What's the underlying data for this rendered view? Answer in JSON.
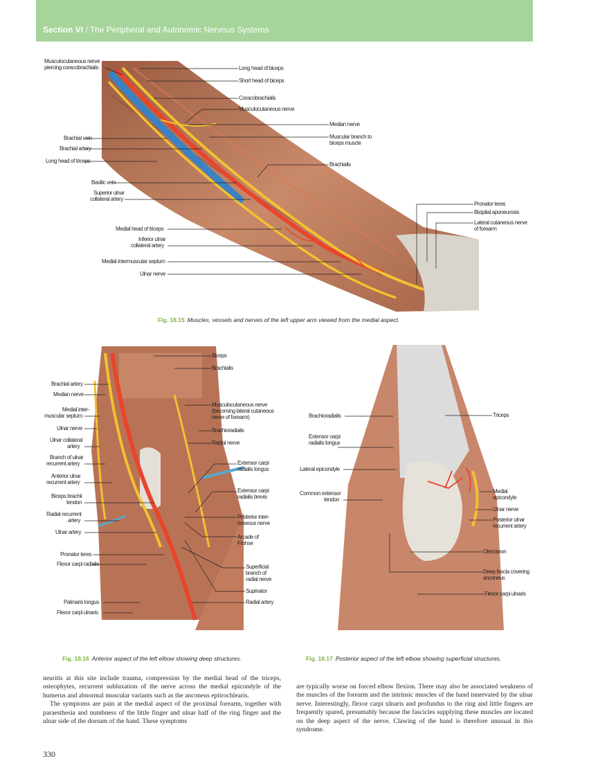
{
  "header": {
    "section": "Section VI",
    "separator": "/",
    "title": "The Peripheral and Autonomic Nervous Systems"
  },
  "fig1": {
    "number": "Fig. 18.15",
    "caption": "Muscles, vessels and nerves of the left upper arm viewed from the medial aspect.",
    "labels": {
      "musculocutaneous_piercing_1": "Musculocutaneous nerve",
      "musculocutaneous_piercing_2": "piercing coracobrachialis",
      "long_head_biceps": "Long head of biceps",
      "short_head_biceps": "Short head of biceps",
      "coracobrachialis": "Coracobrachialis",
      "musculocutaneous_nerve": "Musculocutaneous nerve",
      "median_nerve": "Median nerve",
      "brachial_vein": "Brachial vein",
      "muscular_branch_1": "Muscular branch to",
      "muscular_branch_2": "biceps muscle",
      "brachial_artery": "Brachial artery",
      "long_head_triceps": "Long head of triceps",
      "brachialis": "Brachialis",
      "basilic_vein": "Basilic vein",
      "superior_ulnar_1": "Superior ulnar",
      "superior_ulnar_2": "collateral artery",
      "pronator_teres": "Pronator teres",
      "bicipital_aponeurosis": "Bicipital aponeurosis",
      "lateral_cutaneous_1": "Lateral cutaneous nerve",
      "lateral_cutaneous_2": "of forearm",
      "medial_head_triceps": "Medial head of triceps",
      "inferior_ulnar_1": "Inferior ulnar",
      "inferior_ulnar_2": "collateral artery",
      "medial_intermuscular": "Medial intermuscular septum",
      "ulnar_nerve": "Ulnar nerve"
    }
  },
  "fig2": {
    "number": "Fig. 18.16",
    "caption": "Anterior aspect of the left elbow showing deep structures.",
    "labels": {
      "biceps": "Biceps",
      "brachialis": "Brachialis",
      "brachial_artery": "Brachial artery",
      "median_nerve": "Median nerve",
      "musculocutaneous_1": "Musculocutaneous nerve",
      "musculocutaneous_2": "(becoming lateral cutaneous",
      "musculocutaneous_3": "nerve of forearm)",
      "medial_inter_1": "Medial inter-",
      "medial_inter_2": "muscular septum",
      "brachioradialis": "Brachioradialis",
      "ulnar_nerve": "Ulnar nerve",
      "radial_nerve": "Radial nerve",
      "ulnar_collateral_1": "Ulnar collateral",
      "ulnar_collateral_2": "artery",
      "branch_ulnar_1": "Branch of ulnar",
      "branch_ulnar_2": "recurrent artery",
      "ecrl_1": "Extensor carpi",
      "ecrl_2": "radialis longus",
      "anterior_ulnar_1": "Anterior ulnar",
      "anterior_ulnar_2": "recurrent artery",
      "ecrb_1": "Extensor carpi",
      "ecrb_2": "radialis brevis",
      "biceps_tendon_1": "Biceps brachii",
      "biceps_tendon_2": "tendon",
      "radial_recurrent_1": "Radial recurrent",
      "radial_recurrent_2": "artery",
      "posterior_inter_1": "Posterior inter-",
      "posterior_inter_2": "osseous nerve",
      "ulnar_artery": "Ulnar artery",
      "arcade_1": "Arcade of",
      "arcade_2": "Frohse",
      "pronator_teres": "Pronator teres",
      "fcr": "Flexor carpi radialis",
      "superficial_1": "Superficial",
      "superficial_2": "branch of",
      "superficial_3": "radial nerve",
      "supinator": "Supinator",
      "palmaris": "Palmaris longus",
      "radial_artery": "Radial artery",
      "fcu": "Flexor carpi ulnaris"
    }
  },
  "fig3": {
    "number": "Fig. 18.17",
    "caption": "Posterior aspect of the left elbow showing superficial structures.",
    "labels": {
      "brachioradialis": "Brachioradialis",
      "triceps": "Triceps",
      "ecrl_1": "Extensor carpi",
      "ecrl_2": "radialis longus",
      "lateral_epicondyle": "Lateral epicondyle",
      "medial_epicondyle_1": "Medial",
      "medial_epicondyle_2": "epicondyle",
      "common_extensor_1": "Common extensor",
      "common_extensor_2": "tendon",
      "ulnar_nerve": "Ulnar nerve",
      "posterior_ulnar_1": "Posterior ulnar",
      "posterior_ulnar_2": "recurrent artery",
      "olecranon": "Olecranon",
      "deep_fascia_1": "Deep fascia covering",
      "deep_fascia_2": "anconeus",
      "fcu": "Flexor carpi ulnaris"
    }
  },
  "text": {
    "left_p1": "neuritis at this site include trauma, compression by the medial head of the triceps, osteophytes, recurrent subluxation of the nerve across the medial epicondyle of the humerus and abnormal muscular variants such as the anconeus epitrochlearis.",
    "left_p2": "The symptoms are pain at the medial aspect of the proximal forearm, together with paraesthesia and numbness of the little finger and ulnar half of the ring finger and the ulnar side of the dorsum of the hand. These symptoms",
    "right_p1": "are typically worse on forced elbow flexion. There may also be associated weakness of the muscles of the forearm and the intrinsic muscles of the hand innervated by the ulnar nerve. Interestingly, flexor carpi ulnaris and profundus to the ring and little fingers are frequently spared, presumably because the fascicles supplying these muscles are located on the deep aspect of the nerve. Clawing of the hand is therefore unusual in this syndrome."
  },
  "page_number": "330",
  "colors": {
    "header": "#a6d49b",
    "caption_number": "#7cb342",
    "muscle": "#b07456",
    "artery": "#e8452c",
    "vein": "#3b82c4",
    "nerve": "#f2c230"
  }
}
